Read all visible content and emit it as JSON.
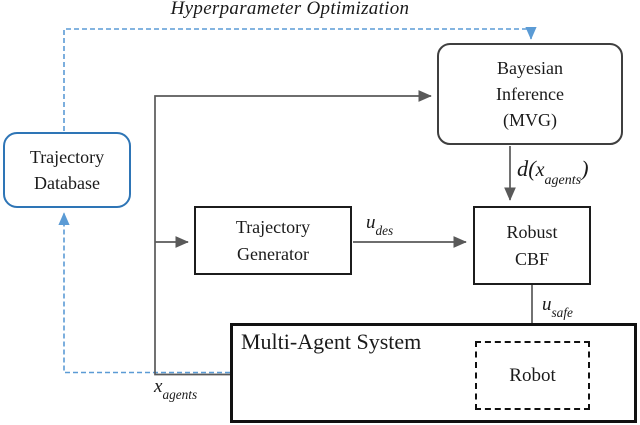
{
  "title": "Hyperparameter Optimization",
  "colors": {
    "accent_blue": "#5b9bd5",
    "database_border_blue": "#2e75b6",
    "connector_gray": "#595959",
    "box_black": "#111111"
  },
  "nodes": {
    "trajectory_database": {
      "line1": "Trajectory",
      "line2": "Database"
    },
    "bayesian_inference": {
      "line1": "Bayesian",
      "line2": "Inference",
      "line3": "(MVG)"
    },
    "trajectory_generator": {
      "line1": "Trajectory",
      "line2": "Generator"
    },
    "robust_cbf": {
      "line1": "Robust",
      "line2": "CBF"
    },
    "multi_agent_system": {
      "label": "Multi-Agent System"
    },
    "robot": {
      "label": "Robot"
    }
  },
  "edge_labels": {
    "u_des": {
      "base": "u",
      "sub": "des"
    },
    "d_x_agents": {
      "pre": "d(",
      "base": "x",
      "sub": "agents",
      "post": ")"
    },
    "u_safe": {
      "base": "u",
      "sub": "safe"
    },
    "x_agents": {
      "base": "x",
      "sub": "agents"
    }
  }
}
